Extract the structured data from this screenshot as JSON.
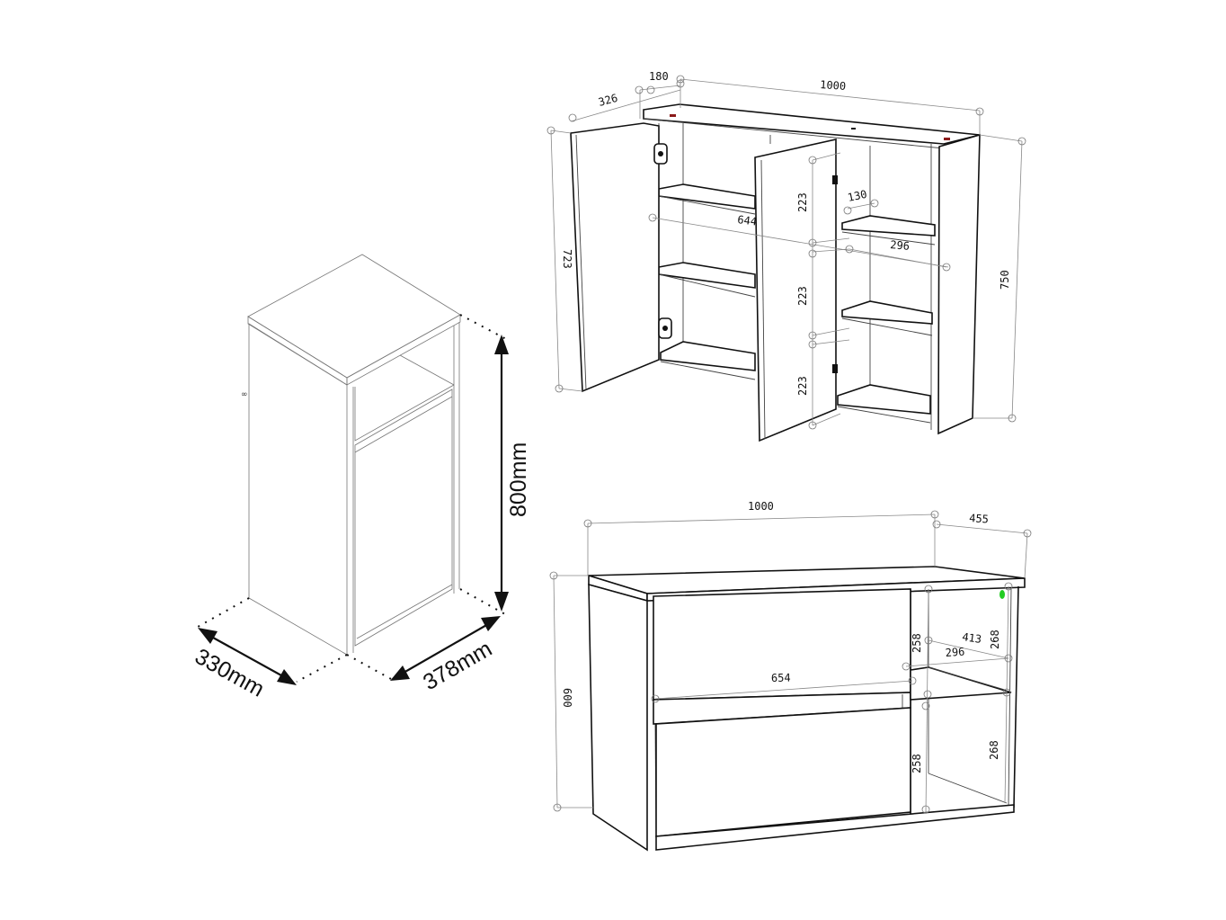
{
  "figure": {
    "title": "Furniture dimension drawings",
    "panels": [
      {
        "id": "tall-cabinet",
        "description": "Isometric tall cabinet with open top compartment and single door",
        "labels": {
          "height": "800mm",
          "depth": "330mm",
          "width": "378mm"
        }
      },
      {
        "id": "wall-cabinet",
        "description": "Wall cabinet with two open doors and shelves",
        "labels": {
          "depth_top": "326",
          "offset_top": "180",
          "width": "1000",
          "height_right": "750",
          "height_left": "723",
          "shelf_width": "644",
          "shelf_spacing_1": "223",
          "shelf_spacing_2": "223",
          "shelf_spacing_3": "223",
          "small_depth": "130",
          "shelf_depth": "296"
        }
      },
      {
        "id": "base-cabinet",
        "description": "Base cabinet with two drawers and open side shelves",
        "labels": {
          "width": "1000",
          "depth": "455",
          "height": "600",
          "drawer_width": "654",
          "drawer_height_top": "258",
          "drawer_height_bottom": "258",
          "shelf_diag": "413",
          "shelf_depth": "296",
          "open_height_top": "268",
          "open_height_bottom": "268"
        }
      }
    ],
    "colors": {
      "line": "#111111",
      "dimension_line": "#888888",
      "marker_red": "#8b1a1a",
      "marker_green": "#22cc22"
    }
  }
}
